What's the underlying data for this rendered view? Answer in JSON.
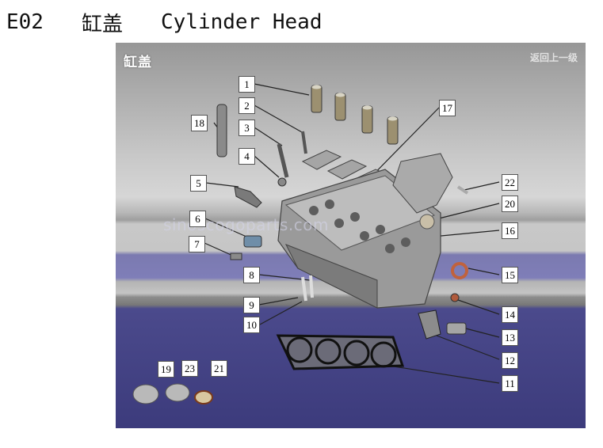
{
  "header": {
    "code": "E02",
    "title_cn": "缸盖",
    "title_en": "Cylinder Head"
  },
  "panel": {
    "title": "缸盖",
    "link": "返回上一级",
    "watermark": "sinoscogoparts.com"
  },
  "callouts": [
    "1",
    "2",
    "3",
    "4",
    "5",
    "6",
    "7",
    "8",
    "9",
    "10",
    "11",
    "12",
    "13",
    "14",
    "15",
    "16",
    "17",
    "18",
    "19",
    "20",
    "21",
    "22",
    "23"
  ],
  "colors": {
    "panel_top": "#979797",
    "panel_bottom": "#3c3b7c",
    "band": "#7f7eb8"
  }
}
